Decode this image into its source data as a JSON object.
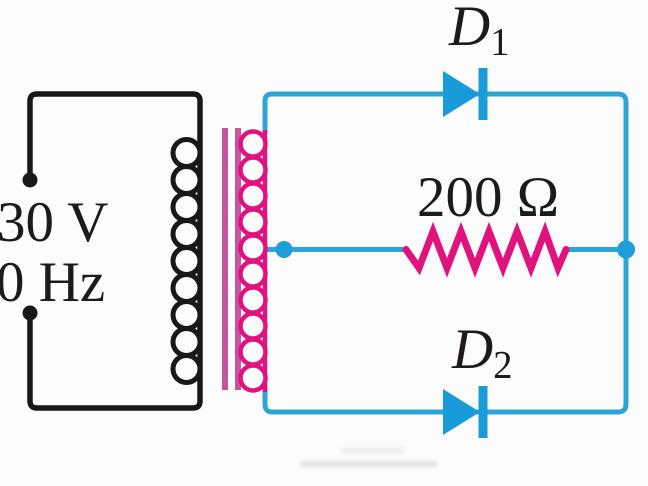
{
  "figure": {
    "title": "Full-wave rectifier with center-tapped transformer, two diodes and load resistor"
  },
  "source": {
    "voltage_label": "30 V",
    "frequency_label": "0 Hz"
  },
  "transformer": {
    "primary_turns": 9,
    "secondary_turns": 10,
    "center_tap": true
  },
  "load": {
    "resistance_label": "200 Ω"
  },
  "diodes": [
    {
      "name": "D",
      "subscript": "1"
    },
    {
      "name": "D",
      "subscript": "2"
    }
  ],
  "colors": {
    "background": "#fcfcfc",
    "primary_wire": "#181818",
    "secondary_wire": "#2da4d8",
    "diode_fill": "#189bd8",
    "node_fill": "#1e9ed8",
    "coil_magenta": "#e0137e",
    "core_pink": "#c5569e",
    "label_text": "#1e1a1b"
  }
}
